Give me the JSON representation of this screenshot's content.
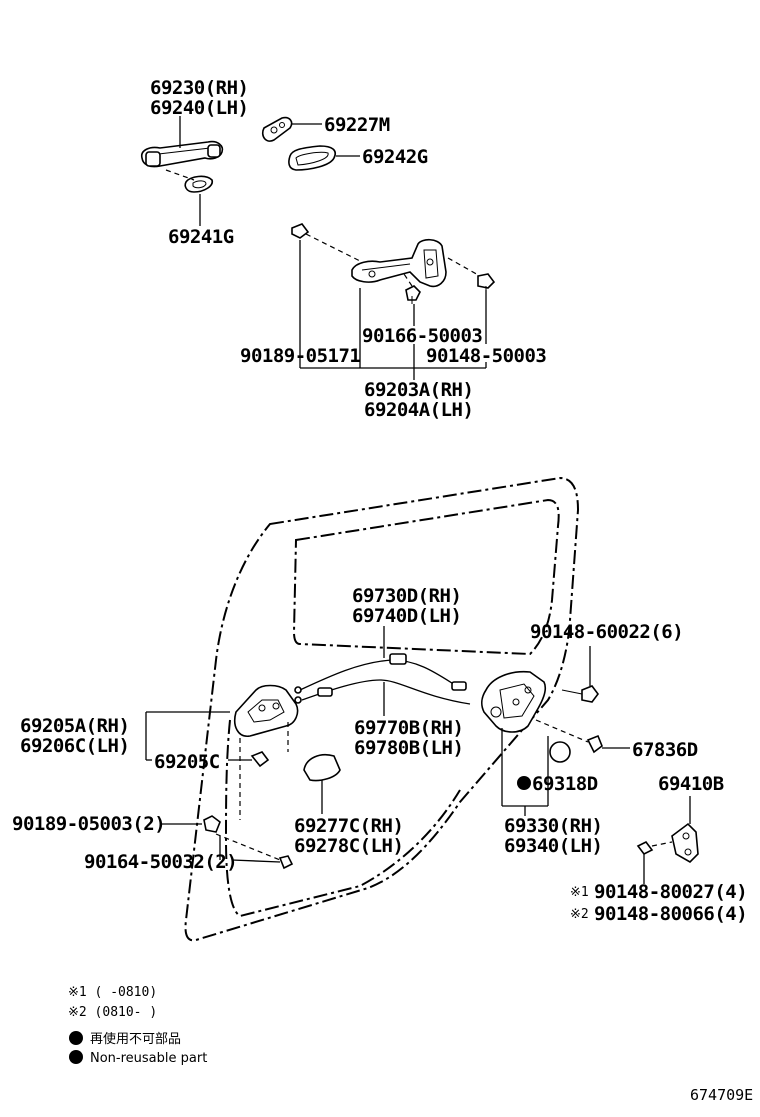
{
  "labels": {
    "p69230": "69230(RH)",
    "p69240": "69240(LH)",
    "p69227M": "69227M",
    "p69242G": "69242G",
    "p69241G": "69241G",
    "p90166": "90166-50003",
    "p90189a": "90189-05171",
    "p90148a": "90148-50003",
    "p69203A": "69203A(RH)",
    "p69204A": "69204A(LH)",
    "p69730D": "69730D(RH)",
    "p69740D": "69740D(LH)",
    "p90148b": "90148-60022(6)",
    "p69205A": "69205A(RH)",
    "p69206C": "69206C(LH)",
    "p69770B": "69770B(RH)",
    "p69780B": "69780B(LH)",
    "p67836D": "67836D",
    "p69205C": "69205C",
    "p69318D": "69318D",
    "p69410B": "69410B",
    "p90189b": "90189-05003(2)",
    "p69277C": "69277C(RH)",
    "p69278C": "69278C(LH)",
    "p69330": "69330(RH)",
    "p69340": "69340(LH)",
    "p90164": "90164-50032(2)",
    "p90148c": "90148-80027(4)",
    "p90148d": "90148-80066(4)",
    "mark1": "※1",
    "mark2": "※2"
  },
  "notes": {
    "n1": "※1 (      -0810)",
    "n2": "※2 (0810-      )"
  },
  "legend": {
    "jp": "再使用不可部品",
    "en": "Non-reusable part"
  },
  "diagram_code": "674709E"
}
